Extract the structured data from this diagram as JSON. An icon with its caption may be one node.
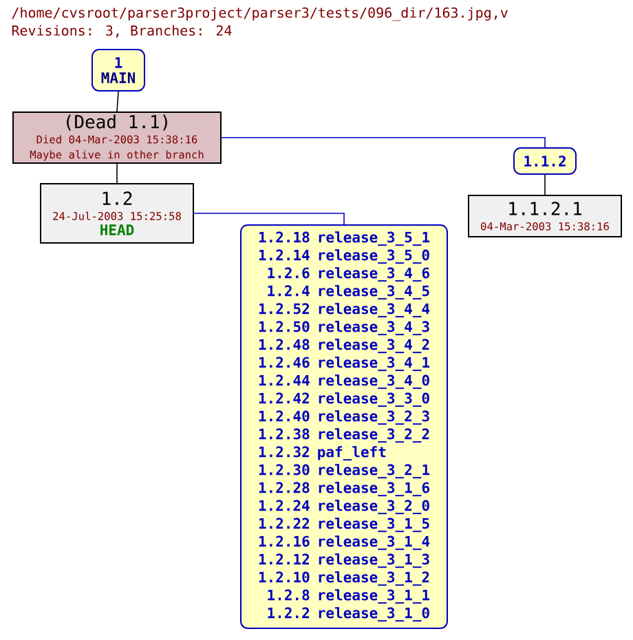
{
  "diagram": {
    "title": "/home/cvsroot/parser3project/parser3/tests/096_dir/163.jpg,v",
    "labels": [
      "Revisions: 3, Branches: 24"
    ],
    "nodes": [
      {
        "text": [
          "1",
          "MAIN"
        ]
      },
      {
        "text": [
          "(Dead 1.1)",
          "Died 04-Mar-2003 15:38:16",
          "Maybe alive in other branch"
        ]
      },
      {
        "text": [
          "1.2",
          "24-Jul-2003 15:25:58",
          "HEAD"
        ]
      },
      {
        "text": [
          "1.1.2"
        ]
      },
      {
        "text": [
          "1.1.2.1",
          "04-Mar-2003 15:38:16"
        ]
      },
      {
        "text": [
          "1.2.18",
          "release_3_5_1",
          "1.2.14",
          "release_3_5_0",
          "1.2.6",
          "release_3_4_6",
          "1.2.4",
          "release_3_4_5",
          "1.2.52",
          "release_3_4_4",
          "1.2.50",
          "release_3_4_3",
          "1.2.48",
          "release_3_4_2",
          "1.2.46",
          "release_3_4_1",
          "1.2.44",
          "release_3_4_0",
          "1.2.42",
          "release_3_3_0",
          "1.2.40",
          "release_3_2_3",
          "1.2.38",
          "release_3_2_2",
          "1.2.32",
          "paf_left",
          "1.2.30",
          "release_3_2_1",
          "1.2.28",
          "release_3_1_6",
          "1.2.24",
          "release_3_2_0",
          "1.2.22",
          "release_3_1_5",
          "1.2.16",
          "release_3_1_4",
          "1.2.12",
          "release_3_1_3",
          "1.2.10",
          "release_3_1_2",
          "1.2.8",
          "release_3_1_1",
          "1.2.2",
          "release_3_1_0"
        ]
      }
    ],
    "edges": [
      {
        "from": 0,
        "to": 1,
        "arrow": "none"
      },
      {
        "from": 1,
        "to": 2,
        "arrow": "none"
      },
      {
        "from": 1,
        "to": 3,
        "arrow": "none",
        "color": "#0000c0"
      },
      {
        "from": 3,
        "to": 4,
        "arrow": "none"
      },
      {
        "from": 2,
        "to": 5,
        "arrow": "none",
        "color": "#0000c0"
      }
    ]
  }
}
